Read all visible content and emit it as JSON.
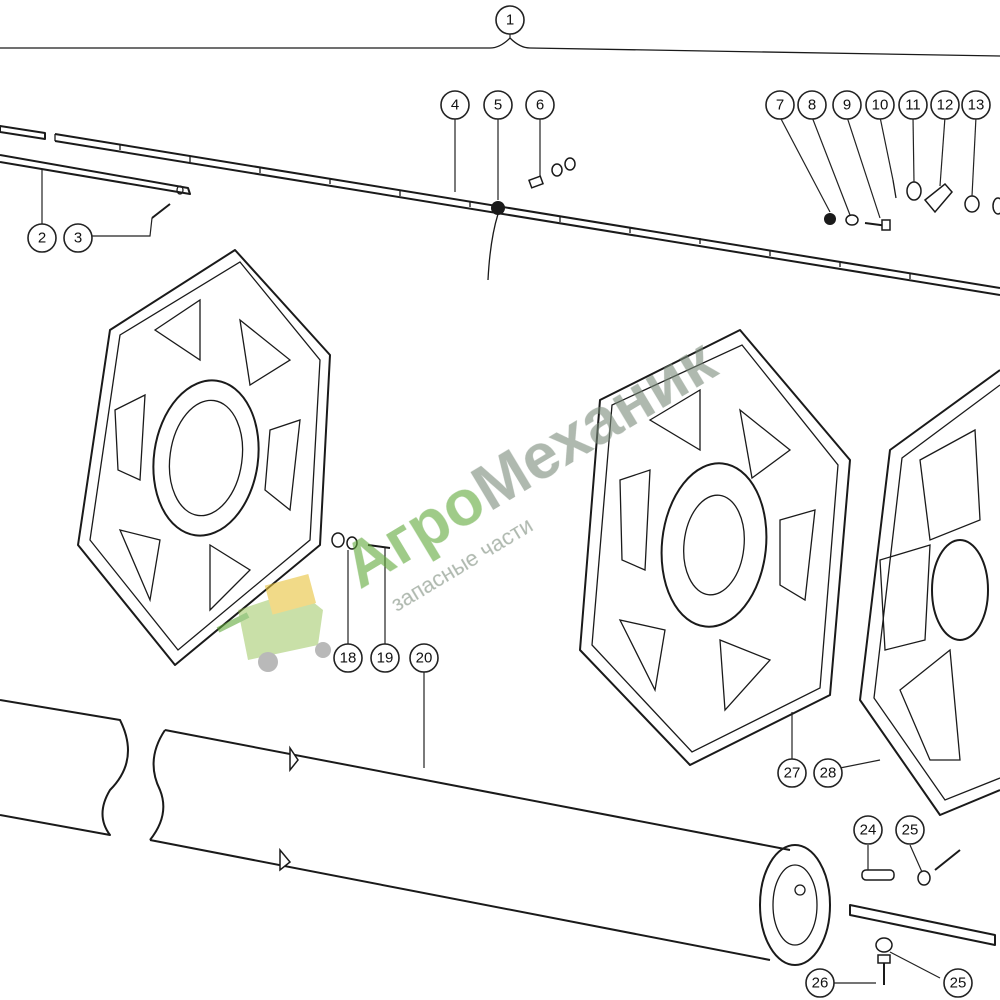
{
  "watermark": {
    "brand_part1": "Агро",
    "brand_part2": "Механик",
    "tagline": "запасные части",
    "color_part1": "#5fa83a",
    "color_part2": "#7a8a7a",
    "opacity": 0.55
  },
  "callouts": [
    {
      "id": "c1",
      "label": "1"
    },
    {
      "id": "c2",
      "label": "2"
    },
    {
      "id": "c3",
      "label": "3"
    },
    {
      "id": "c4",
      "label": "4"
    },
    {
      "id": "c5",
      "label": "5"
    },
    {
      "id": "c6",
      "label": "6"
    },
    {
      "id": "c7",
      "label": "7"
    },
    {
      "id": "c8",
      "label": "8"
    },
    {
      "id": "c9",
      "label": "9"
    },
    {
      "id": "c10",
      "label": "10"
    },
    {
      "id": "c11",
      "label": "11"
    },
    {
      "id": "c12",
      "label": "12"
    },
    {
      "id": "c13",
      "label": "13"
    },
    {
      "id": "c18",
      "label": "18"
    },
    {
      "id": "c19",
      "label": "19"
    },
    {
      "id": "c20",
      "label": "20"
    },
    {
      "id": "c24",
      "label": "24"
    },
    {
      "id": "c25a",
      "label": "25"
    },
    {
      "id": "c25b",
      "label": "25"
    },
    {
      "id": "c26",
      "label": "26"
    },
    {
      "id": "c27",
      "label": "27"
    },
    {
      "id": "c28",
      "label": "28"
    }
  ]
}
